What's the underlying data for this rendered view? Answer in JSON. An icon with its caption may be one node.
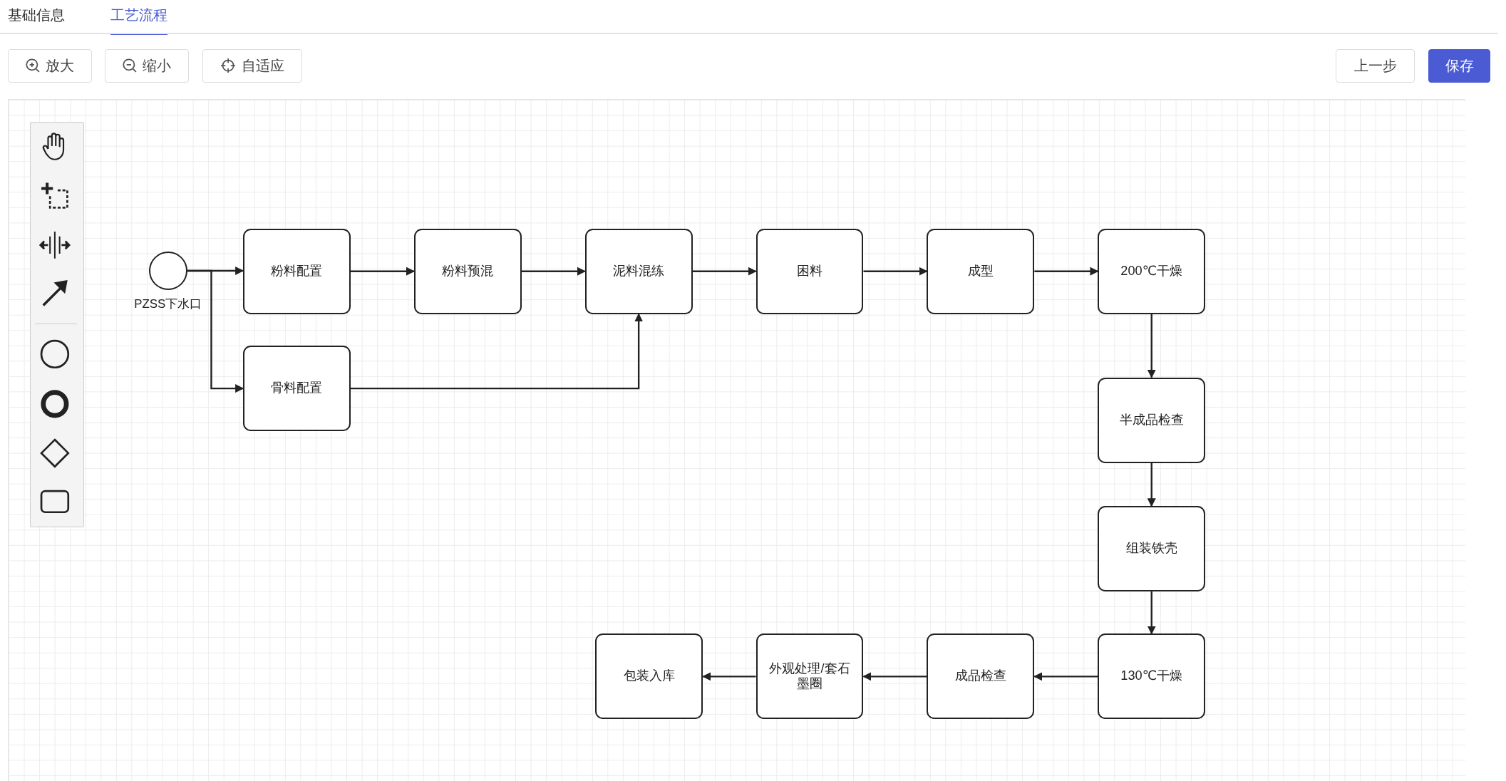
{
  "diagram": {
    "nodes": [
      {
        "text": [],
        "shape": "circle",
        "beside": [
          "PZSS下水口"
        ]
      },
      {
        "text": [
          "粉料配置"
        ]
      },
      {
        "text": [
          "粉料预混"
        ]
      },
      {
        "text": [
          "泥料混练"
        ]
      },
      {
        "text": [
          "困料"
        ]
      },
      {
        "text": [
          "成型"
        ]
      },
      {
        "text": [
          "200℃干燥"
        ]
      },
      {
        "text": [
          "骨料配置"
        ]
      },
      {
        "text": [
          "半成品检查"
        ]
      },
      {
        "text": [
          "组装铁壳"
        ]
      },
      {
        "text": [
          "130℃干燥"
        ]
      },
      {
        "text": [
          "成品检查"
        ]
      },
      {
        "text": [
          "外观处理/套石墨圈"
        ]
      },
      {
        "text": [
          "包装入库"
        ]
      }
    ],
    "edges": [
      {
        "from": 0,
        "to": 1,
        "arrow": "to"
      },
      {
        "from": 0,
        "to": 7,
        "arrow": "to"
      },
      {
        "from": 1,
        "to": 2,
        "arrow": "to"
      },
      {
        "from": 2,
        "to": 3,
        "arrow": "to"
      },
      {
        "from": 7,
        "to": 3,
        "arrow": "to"
      },
      {
        "from": 3,
        "to": 4,
        "arrow": "to"
      },
      {
        "from": 4,
        "to": 5,
        "arrow": "to"
      },
      {
        "from": 5,
        "to": 6,
        "arrow": "to"
      },
      {
        "from": 6,
        "to": 8,
        "arrow": "to"
      },
      {
        "from": 8,
        "to": 9,
        "arrow": "to"
      },
      {
        "from": 9,
        "to": 10,
        "arrow": "to"
      },
      {
        "from": 10,
        "to": 11,
        "arrow": "to"
      },
      {
        "from": 11,
        "to": 12,
        "arrow": "to"
      },
      {
        "from": 12,
        "to": 13,
        "arrow": "to"
      }
    ],
    "labels": [
      "基础信息",
      "工艺流程",
      "放大",
      "缩小",
      "自适应",
      "上一步",
      "保存"
    ]
  }
}
